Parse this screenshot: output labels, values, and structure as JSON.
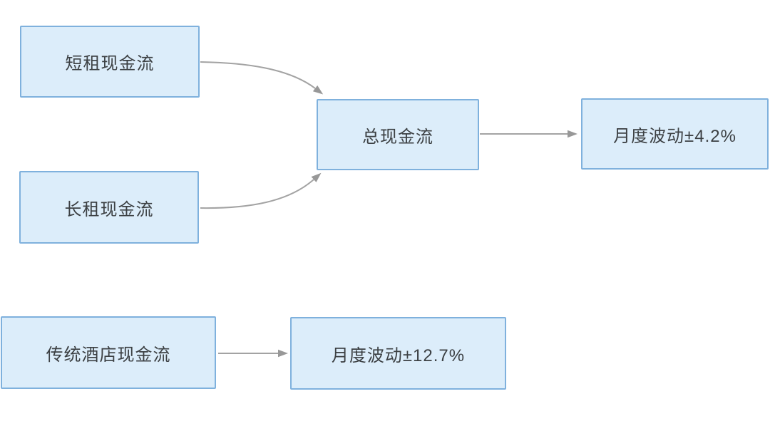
{
  "diagram": {
    "type": "flowchart",
    "background_color": "#ffffff",
    "node_fill_color": "#dcedfa",
    "node_border_color": "#7fb1dd",
    "arrow_color": "#a3a3a3",
    "text_color": "#3c4043",
    "nodes": [
      {
        "id": "short-term-rental-cashflow",
        "label": "短租现金流"
      },
      {
        "id": "long-term-rental-cashflow",
        "label": "长租现金流"
      },
      {
        "id": "total-cashflow",
        "label": "总现金流"
      },
      {
        "id": "monthly-volatility-total",
        "label": "月度波动±4.2%"
      },
      {
        "id": "traditional-hotel-cashflow",
        "label": "传统酒店现金流"
      },
      {
        "id": "monthly-volatility-hotel",
        "label": "月度波动±12.7%"
      }
    ],
    "edges": [
      {
        "from": "短租现金流",
        "to": "总现金流"
      },
      {
        "from": "长租现金流",
        "to": "总现金流"
      },
      {
        "from": "总现金流",
        "to": "月度波动±4.2%"
      },
      {
        "from": "传统酒店现金流",
        "to": "月度波动±12.7%"
      }
    ]
  }
}
